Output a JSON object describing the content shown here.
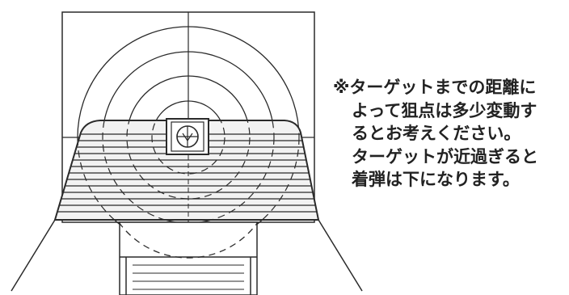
{
  "note": {
    "mark": "※",
    "lines": [
      "ターゲットまでの距離に",
      "よって狙点は多少変動す",
      "るとお考えください。",
      "ターゲットが近過ぎると",
      "着弾は下になります。"
    ]
  },
  "colors": {
    "line": "#2a2a2a",
    "shroud_fill": "#f2f2f2",
    "background": "#ffffff"
  }
}
